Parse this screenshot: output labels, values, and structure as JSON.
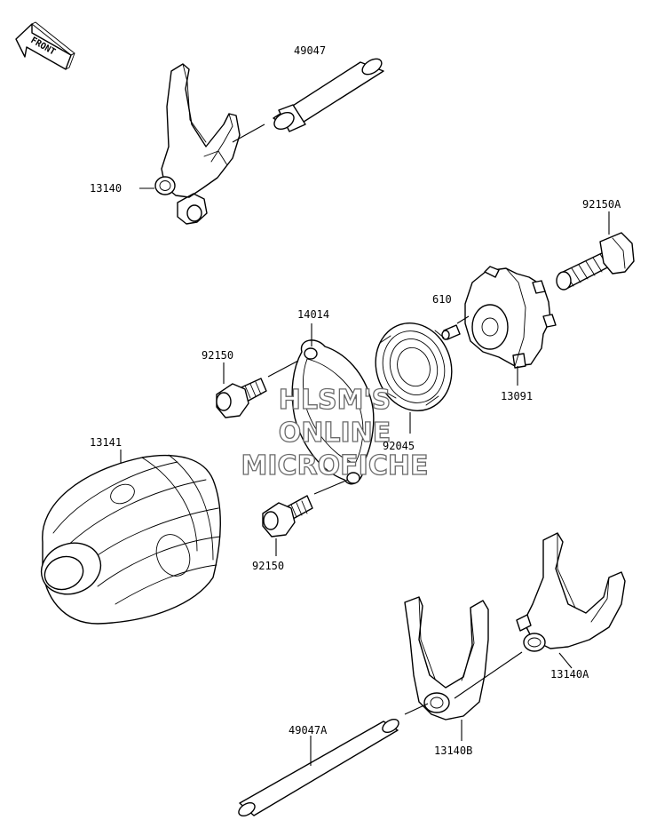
{
  "front_marker": {
    "text": "FRONT",
    "icon": "front-arrow-icon"
  },
  "watermark": {
    "line1": "HLSM'S",
    "line2": "ONLINE",
    "line3": "MICROFICHE"
  },
  "part_labels": {
    "p49047": "49047",
    "p13140": "13140",
    "p92150A": "92150A",
    "p610": "610",
    "p14014": "14014",
    "p92150_top": "92150",
    "p13091": "13091",
    "p92045": "92045",
    "p13141": "13141",
    "p92150_bottom": "92150",
    "p13140A": "13140A",
    "p49047A": "49047A",
    "p13140B": "13140B"
  }
}
